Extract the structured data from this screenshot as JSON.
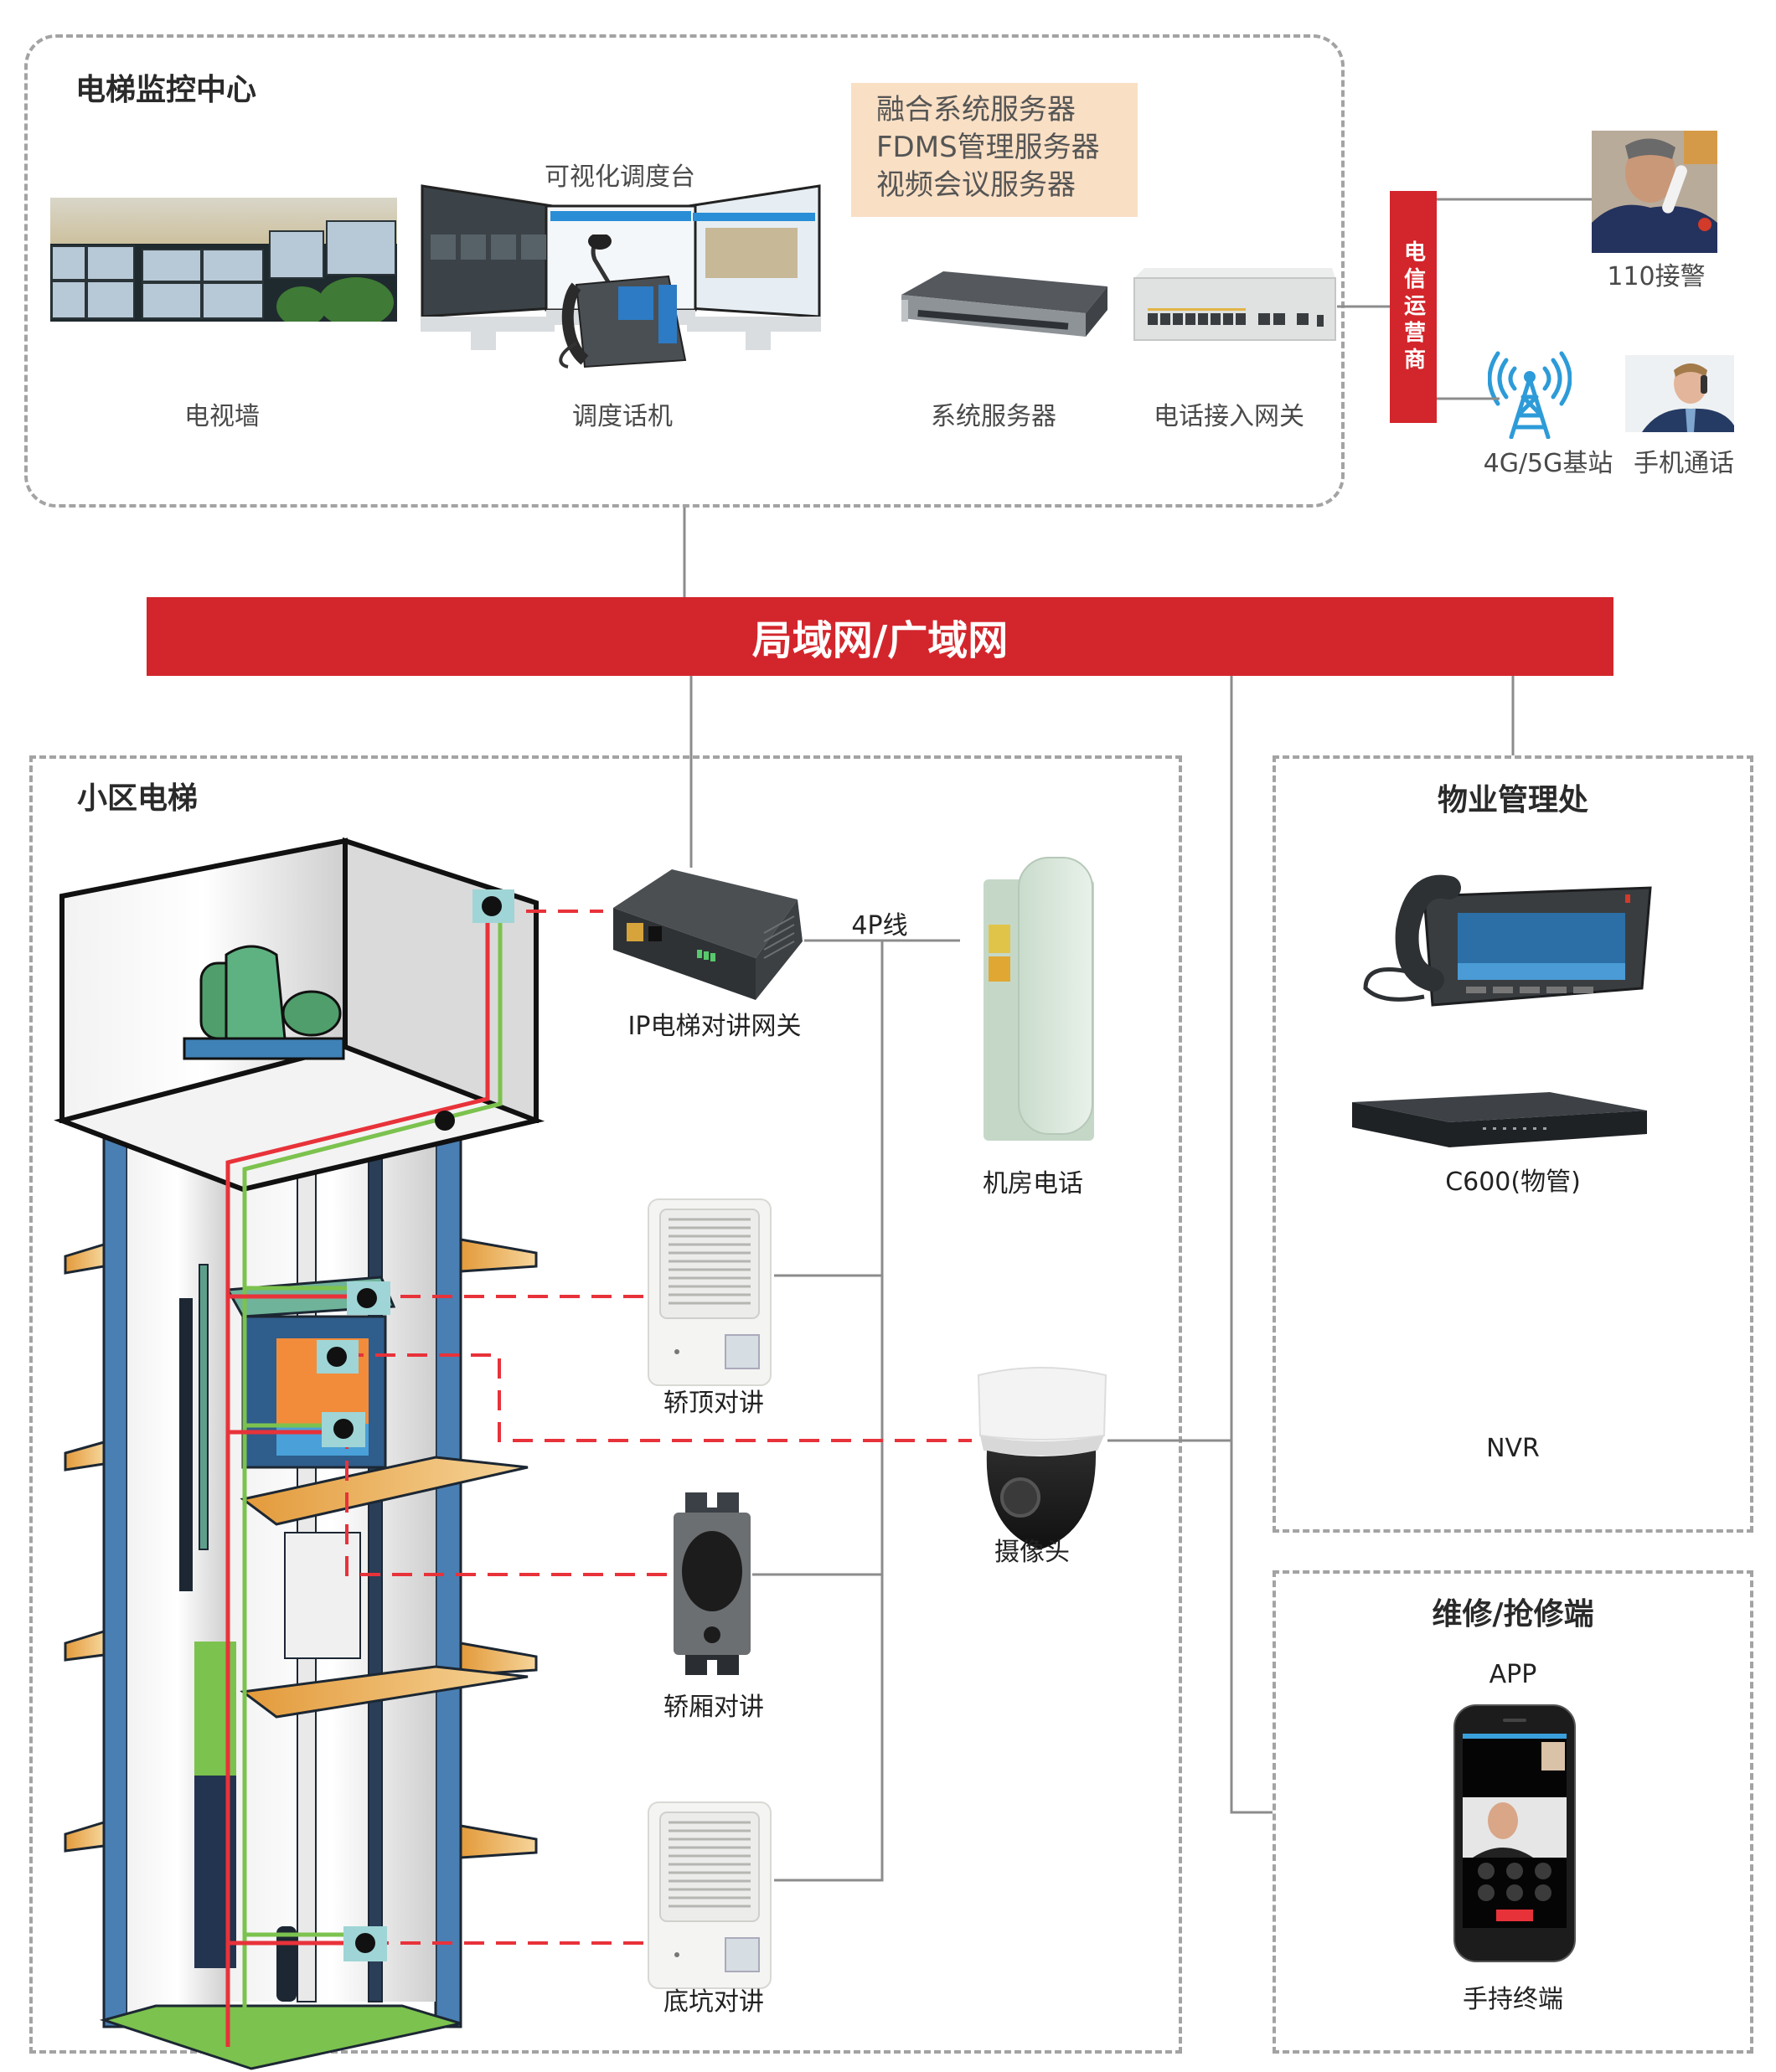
{
  "monitoring_center": {
    "title": "电梯监控中心",
    "tv_wall_label": "电视墙",
    "visual_console_label": "可视化调度台",
    "dispatch_phone_label": "调度话机",
    "server_list": [
      "融合系统服务器",
      "FDMS管理服务器",
      "视频会议服务器"
    ],
    "system_server_label": "系统服务器",
    "phone_gateway_label": "电话接入网关"
  },
  "telecom": {
    "label": "电信运营商",
    "police_label": "110接警",
    "base_station_label": "4G/5G基站",
    "mobile_call_label": "手机通话"
  },
  "network": {
    "label": "局域网/广域网",
    "color": "#d3262c"
  },
  "community_elevator": {
    "title": "小区电梯",
    "gateway_label": "IP电梯对讲网关",
    "wire_label": "4P线",
    "machine_room_phone_label": "机房电话",
    "car_top_intercom_label": "轿顶对讲",
    "car_intercom_label": "轿厢对讲",
    "pit_intercom_label": "底坑对讲",
    "camera_label": "摄像头"
  },
  "property_office": {
    "title": "物业管理处",
    "phone_label": "C600(物管)",
    "nvr_label": "NVR"
  },
  "maintenance": {
    "title": "维修/抢修端",
    "app_label": "APP",
    "handheld_label": "手持终端"
  },
  "colors": {
    "accent_red": "#d3262c",
    "peach_box": "#f9dfc4",
    "dashed_border": "#a3a3a3",
    "connector_line": "#8c8c8c",
    "signal_wire_red": "#e8323a",
    "signal_wire_green": "#7cc24e"
  }
}
